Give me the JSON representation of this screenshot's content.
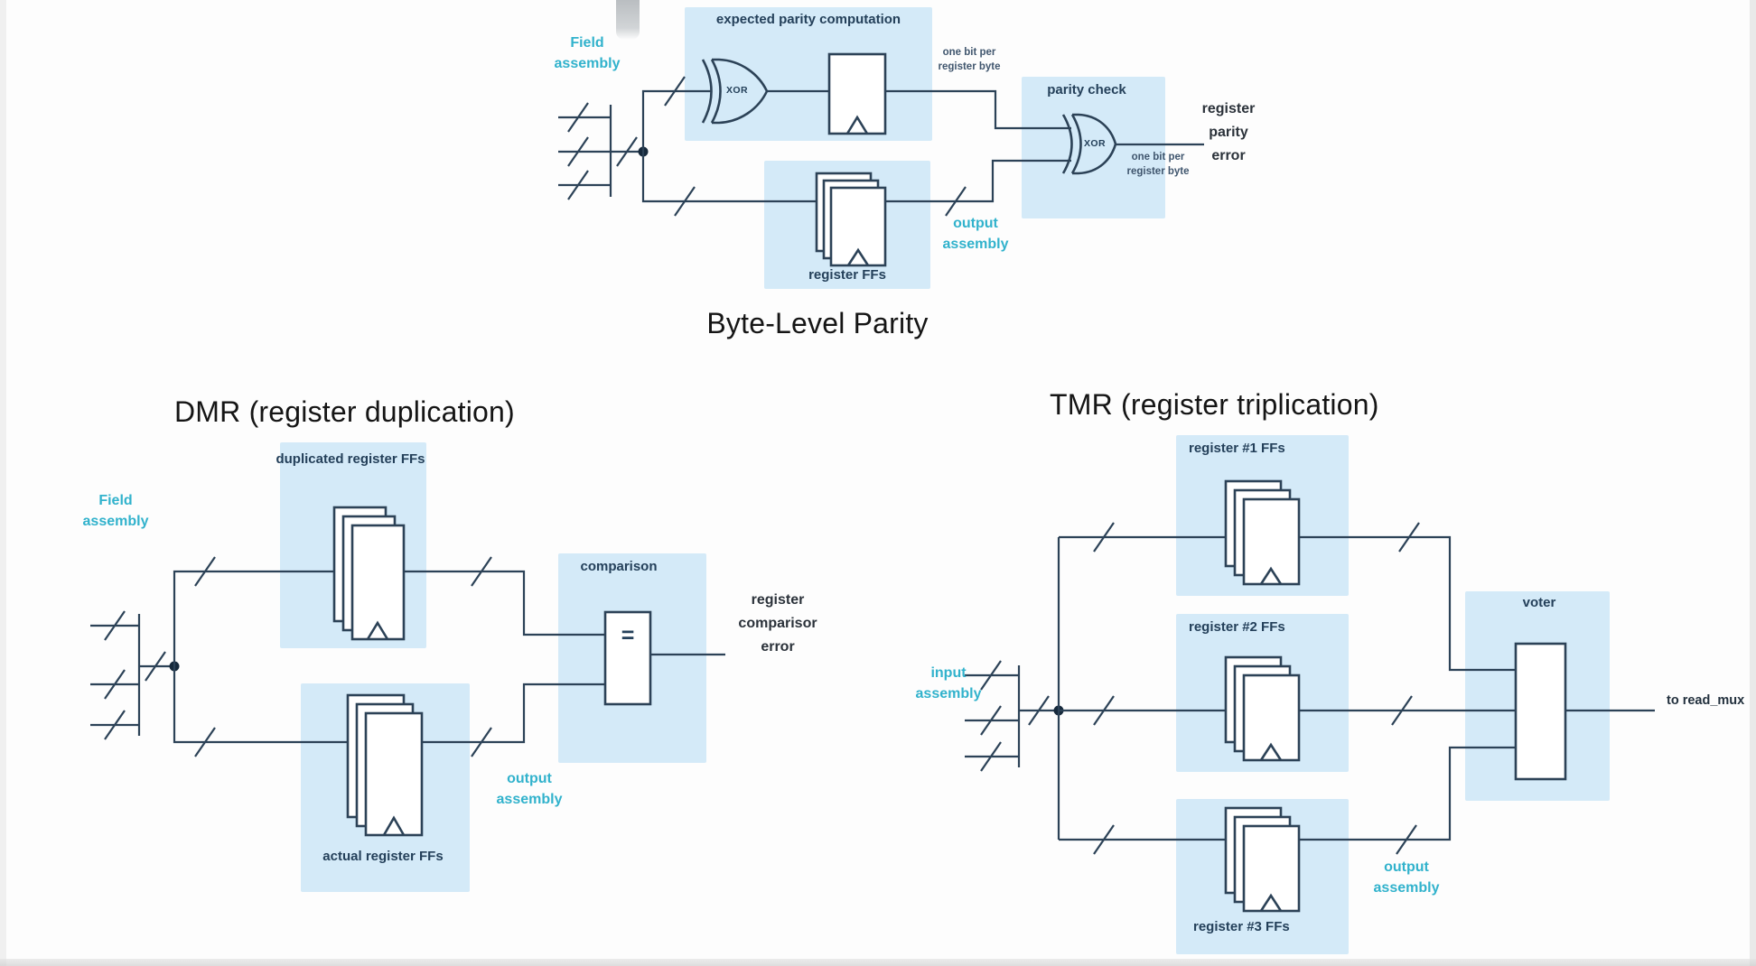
{
  "colors": {
    "highlight_box": "#d4eaf8",
    "wire": "#2c4257",
    "cyan_label": "#31b2cc",
    "box_label": "#24405a",
    "title_text": "#151515"
  },
  "byte_parity": {
    "title": "Byte-Level Parity",
    "field_assembly": "Field\nassembly",
    "expected_box_label": "expected parity computation",
    "xor1_label": "XOR",
    "one_bit_top": "one bit per\nregister byte",
    "parity_check_label": "parity check",
    "xor2_label": "XOR",
    "one_bit_bottom": "one bit per\nregister byte",
    "register_ffs_label": "register FFs",
    "output_assembly": "output\nassembly",
    "error_label": "register\nparity\nerror"
  },
  "dmr": {
    "title": "DMR (register duplication)",
    "field_assembly": "Field\nassembly",
    "duplicated_label": "duplicated register FFs",
    "comparison_label": "comparison",
    "comparator_symbol": "=",
    "error_label": "register\ncomparisor\nerror",
    "actual_label": "actual register FFs",
    "output_assembly": "output\nassembly"
  },
  "tmr": {
    "title": "TMR (register triplication)",
    "input_assembly": "input\nassembly",
    "reg1_label": "register #1 FFs",
    "reg2_label": "register #2 FFs",
    "reg3_label": "register #3 FFs",
    "voter_label": "voter",
    "output_label": "to read_mux",
    "output_assembly": "output\nassembly"
  }
}
